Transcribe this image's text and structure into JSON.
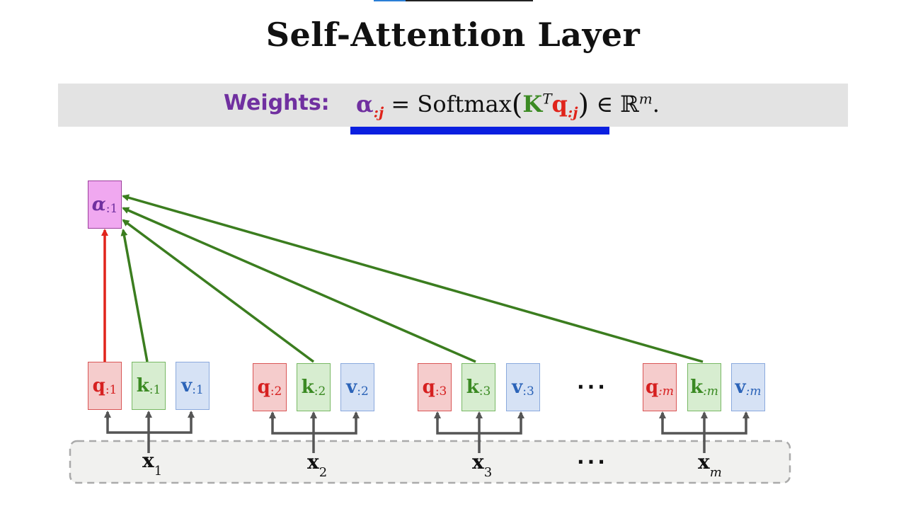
{
  "title": "Self-Attention Layer",
  "banner": {
    "label": "Weights:",
    "formula": {
      "alpha": "α",
      "alpha_sub": ":j",
      "equals": "=",
      "func": "Softmax",
      "K": "K",
      "K_sup": "T",
      "q": "q",
      "q_sub": ":j",
      "in": "∈",
      "R": "ℝ",
      "R_sup": "m",
      "end": "."
    }
  },
  "output": {
    "symbol": "α",
    "sub": ":1"
  },
  "columns": [
    {
      "q": "q",
      "q_sub": ":1",
      "k": "k",
      "k_sub": ":1",
      "v": "v",
      "v_sub": ":1",
      "x": "x",
      "x_sub": "1"
    },
    {
      "q": "q",
      "q_sub": ":2",
      "k": "k",
      "k_sub": ":2",
      "v": "v",
      "v_sub": ":2",
      "x": "x",
      "x_sub": "2"
    },
    {
      "q": "q",
      "q_sub": ":3",
      "k": "k",
      "k_sub": ":3",
      "v": "v",
      "v_sub": ":3",
      "x": "x",
      "x_sub": "3"
    },
    {
      "q": "q",
      "q_sub": ":m",
      "k": "k",
      "k_sub": ":m",
      "v": "v",
      "v_sub": ":m",
      "x": "x",
      "x_sub": "m"
    }
  ],
  "ellipsis": "···",
  "colors": {
    "query": "#d62020",
    "key": "#3b8a23",
    "value": "#2b63b8",
    "weight": "#7030a0",
    "highlight": "#0a1fe0"
  }
}
